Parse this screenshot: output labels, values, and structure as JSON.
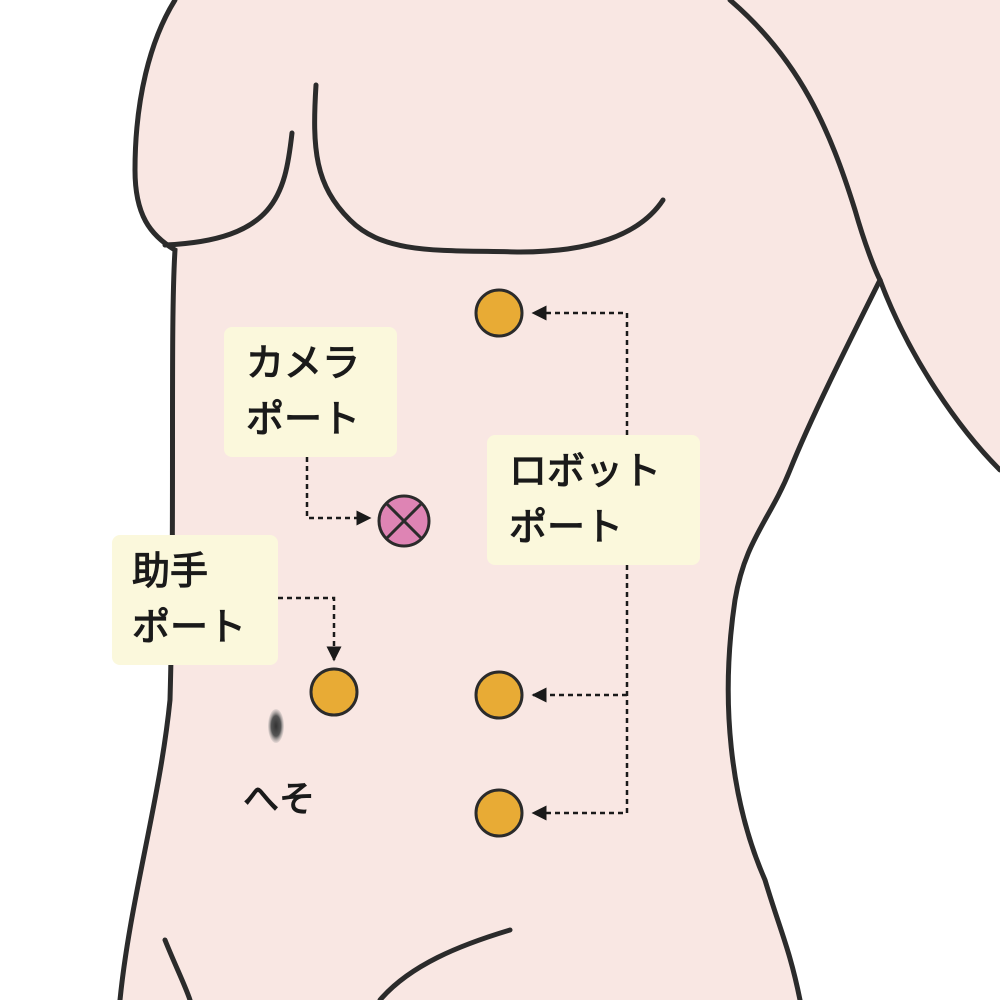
{
  "labels": {
    "camera": {
      "line1": "カメラ",
      "line2": "ポート"
    },
    "robot": {
      "line1": "ロボット",
      "line2": "ポート"
    },
    "assist": {
      "line1": "助手",
      "line2": "ポート"
    },
    "navel": "へそ"
  },
  "colors": {
    "skin": "#f9e7e3",
    "outline": "#2b2b2b",
    "robot_port": "#e8ab35",
    "camera_port": "#de84b4",
    "label_bg": "#fbf8dc",
    "arrow": "#1a1a1a"
  },
  "icons": {
    "robot_port": "filled-circle-icon",
    "assist_port": "filled-circle-icon",
    "camera_port": "circle-x-icon",
    "navel": "navel-mark-icon"
  }
}
